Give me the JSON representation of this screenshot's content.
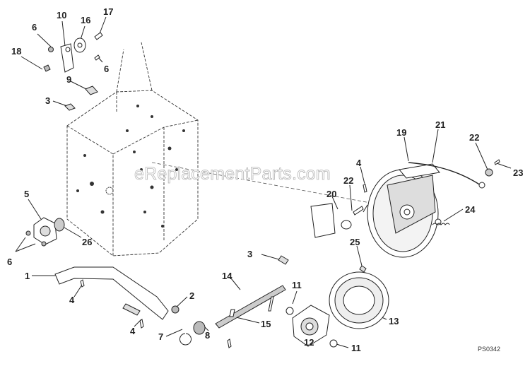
{
  "watermark": "eReplacementParts.com",
  "diagram_code": "PS0342",
  "callouts": {
    "c1": "1",
    "c2": "2",
    "c3a": "3",
    "c3b": "3",
    "c4a": "4",
    "c4b": "4",
    "c4c": "4",
    "c5": "5",
    "c6a": "6",
    "c6b": "6",
    "c6c": "6",
    "c7": "7",
    "c8": "8",
    "c9": "9",
    "c10": "10",
    "c11a": "11",
    "c11b": "11",
    "c12": "12",
    "c13": "13",
    "c14": "14",
    "c15": "15",
    "c16": "16",
    "c17": "17",
    "c18": "18",
    "c19": "19",
    "c20": "20",
    "c21": "21",
    "c22a": "22",
    "c22b": "22",
    "c23": "23",
    "c24": "24",
    "c25": "25",
    "c26": "26"
  }
}
